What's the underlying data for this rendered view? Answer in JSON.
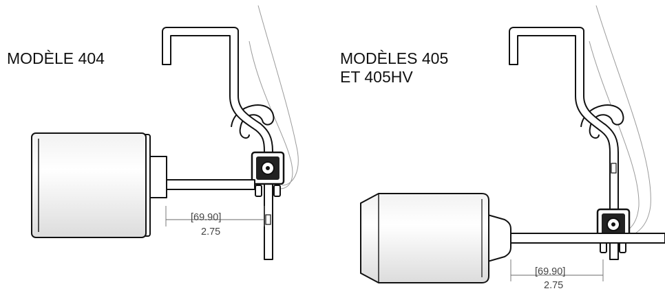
{
  "left_panel": {
    "title": "MODÈLE 404",
    "dimension_mm": "[69.90]",
    "dimension_in": "2.75"
  },
  "right_panel": {
    "title_line1": "MODÈLES 405",
    "title_line2": "ET 405HV",
    "dimension_mm": "[69.90]",
    "dimension_in": "2.75"
  }
}
